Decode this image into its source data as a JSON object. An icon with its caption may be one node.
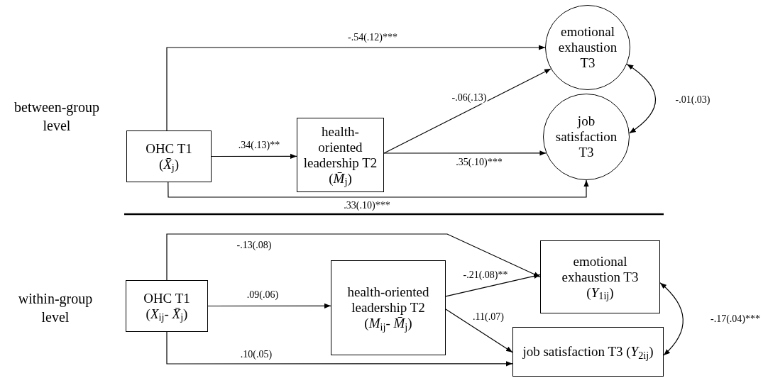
{
  "diagram": {
    "nodes": [
      {
        "text": [
          "OHC T1",
          "(*X̄*$_{j}$)"
        ]
      },
      {
        "text": [
          "health-oriented leadership T2",
          "(*M̄*$_{j}$)"
        ]
      },
      {
        "text": [
          "emotional exhaustion T3"
        ]
      },
      {
        "text": [
          "job satisfaction T3"
        ]
      },
      {
        "text": [
          "OHC T1",
          "(*X*$_{ij}$- *X̄*$_{j}$)"
        ]
      },
      {
        "text": [
          "health-oriented leadership T2",
          "(*M*$_{ij}$- *M̄*$_{j}$)"
        ]
      },
      {
        "text": [
          "emotional exhaustion T3",
          "(*Y*$_{1ij}$)"
        ]
      },
      {
        "text": [
          "job satisfaction T3 (*Y*$_{2ij}$)"
        ]
      }
    ],
    "edges": [
      {
        "from": 0,
        "to": 2,
        "arrow": "to",
        "label": "-.54(.12)***"
      },
      {
        "from": 0,
        "to": 1,
        "arrow": "to",
        "label": ".34(.13)**"
      },
      {
        "from": 1,
        "to": 2,
        "arrow": "to",
        "label": "-.06(.13)"
      },
      {
        "from": 1,
        "to": 3,
        "arrow": "to",
        "label": ".35(.10)***"
      },
      {
        "from": 0,
        "to": 3,
        "arrow": "to",
        "label": ".33(.10)***"
      },
      {
        "from": 2,
        "to": 3,
        "arrow": "both",
        "label": "-.01(.03)"
      },
      {
        "from": 4,
        "to": 6,
        "arrow": "to",
        "label": "-.13(.08)"
      },
      {
        "from": 4,
        "to": 5,
        "arrow": "to",
        "label": ".09(.06)"
      },
      {
        "from": 5,
        "to": 6,
        "arrow": "to",
        "label": "-.21(.08)**"
      },
      {
        "from": 5,
        "to": 7,
        "arrow": "to",
        "label": ".11(.07)"
      },
      {
        "from": 4,
        "to": 7,
        "arrow": "to",
        "label": ".10(.05)"
      },
      {
        "from": 6,
        "to": 7,
        "arrow": "both",
        "label": "-.17(.04)***"
      }
    ],
    "labels": [
      "between-group level",
      "within-group level"
    ]
  }
}
